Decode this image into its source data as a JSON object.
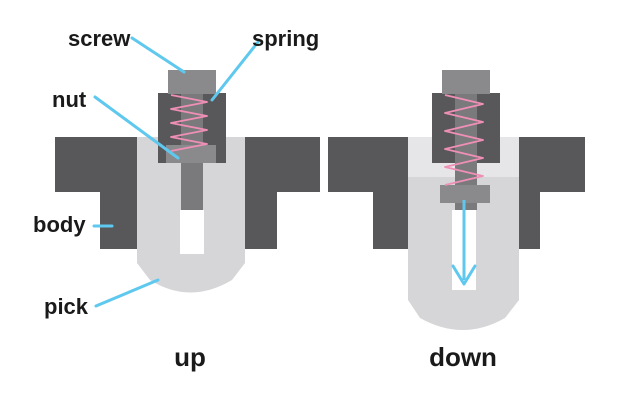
{
  "labels": {
    "screw": "screw",
    "spring": "spring",
    "nut": "nut",
    "body": "body",
    "pick": "pick"
  },
  "captions": {
    "up": "up",
    "down": "down"
  },
  "colors": {
    "body_dark": "#58585a",
    "pick_light": "#d6d6d8",
    "pick_lighter": "#e6e6e8",
    "screw": "#8a8a8c",
    "nut": "#6f6f71",
    "spring": "#f08fb6",
    "leader": "#5ec8ee",
    "arrow": "#5ec8ee"
  }
}
